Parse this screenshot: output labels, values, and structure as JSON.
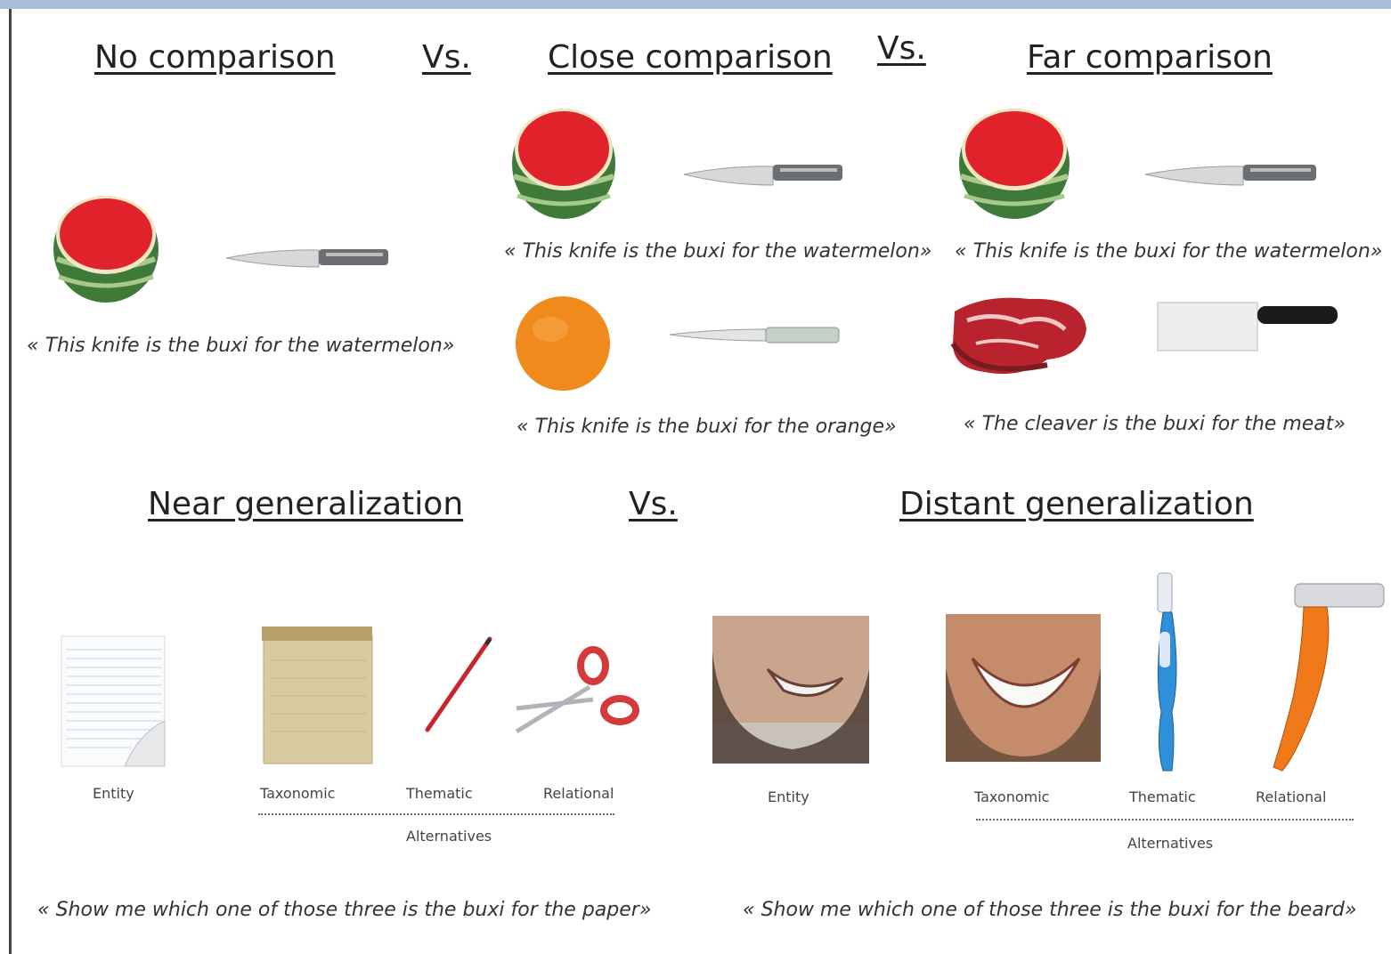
{
  "headings": {
    "no_comparison": "No comparison",
    "vs1": "Vs.",
    "close_comparison": "Close comparison",
    "vs2": "Vs.",
    "far_comparison": "Far comparison",
    "near_generalization": "Near generalization",
    "vs3": "Vs.",
    "distant_generalization": "Distant generalization"
  },
  "captions": {
    "no_comparison": "« This knife is the buxi for the watermelon»",
    "close_1": "« This knife is the buxi for the watermelon»",
    "close_2": "« This knife is the buxi for the orange»",
    "far_1": "« This knife is the buxi for the watermelon»",
    "far_2": "« The cleaver is the buxi for the meat»",
    "near": "« Show me which one of those three is the buxi for the paper»",
    "distant": "« Show me which one of those three is the buxi for the beard»"
  },
  "near_labels": {
    "entity": "Entity",
    "taxonomic": "Taxonomic",
    "thematic": "Thematic",
    "relational": "Relational",
    "alternatives": "Alternatives"
  },
  "distant_labels": {
    "entity": "Entity",
    "taxonomic": "Taxonomic",
    "thematic": "Thematic",
    "relational": "Relational",
    "alternatives": "Alternatives"
  },
  "colors": {
    "frame_bar": "#a9bedb",
    "watermelon_flesh": "#e0232a",
    "watermelon_rind": "#3f7a3a",
    "orange": "#f08a1c",
    "razor": "#f07a1a",
    "toothbrush": "#2f8fd8"
  }
}
